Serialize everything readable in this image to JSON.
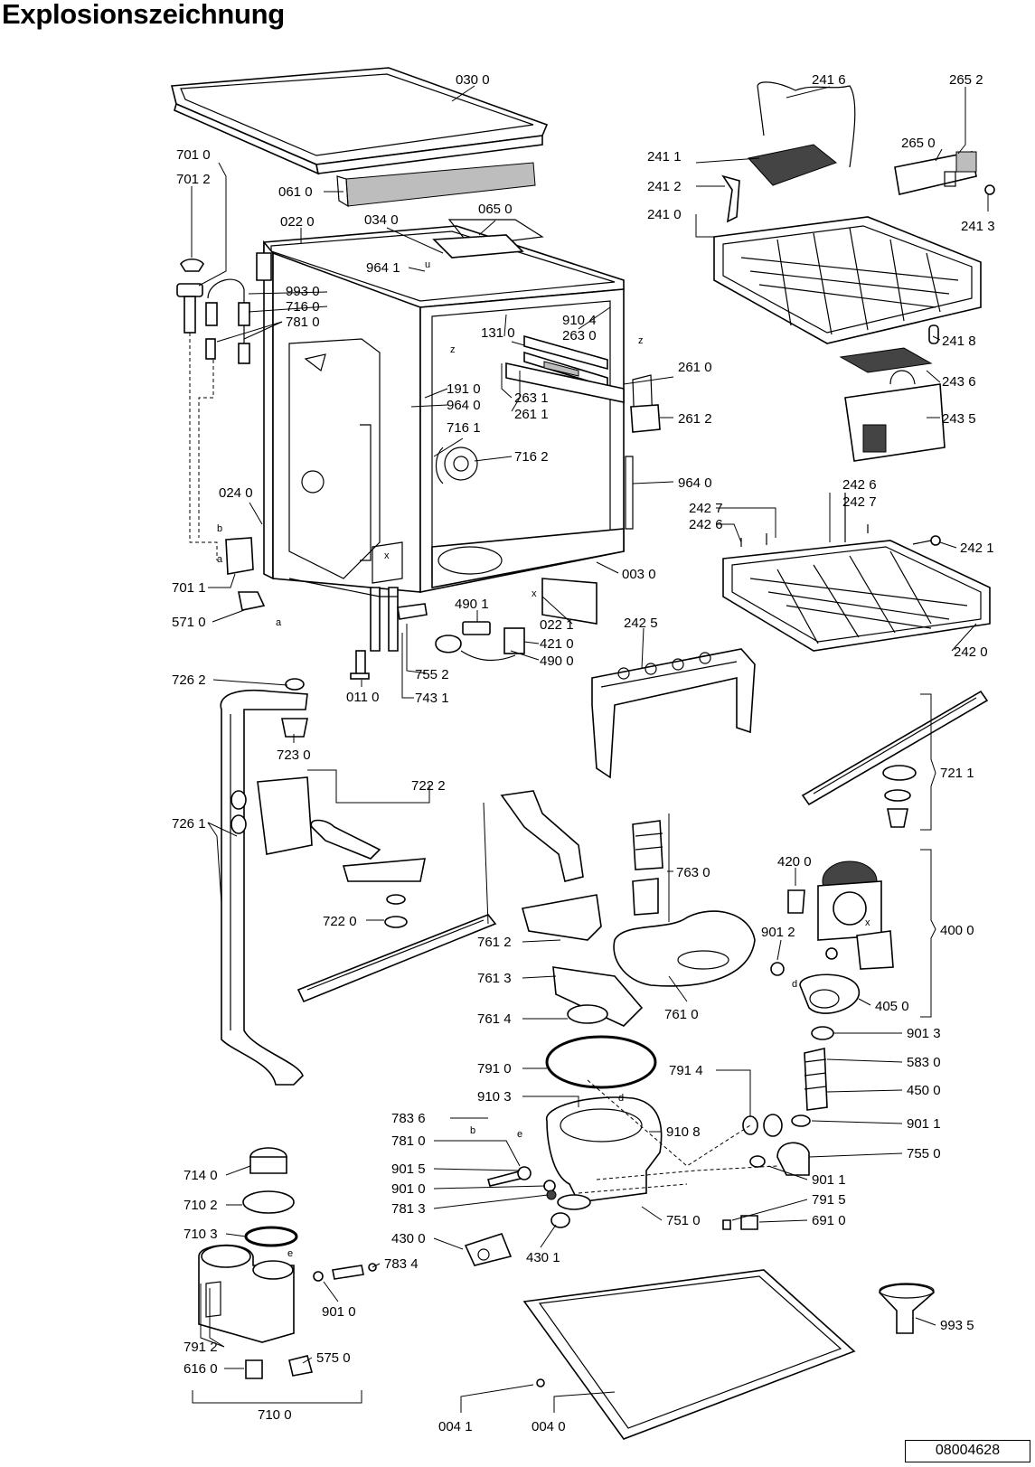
{
  "title": "Explosionszeichnung",
  "document_number": "08004628",
  "parts": {
    "p0300": "030 0",
    "p2416": "241 6",
    "p2652": "265 2",
    "p7010": "701 0",
    "p7012": "701 2",
    "p0610": "061 0",
    "p2411": "241 1",
    "p2650": "265 0",
    "p2412": "241 2",
    "p2413": "241 3",
    "p0220": "022 0",
    "p0340": "034 0",
    "p0650": "065 0",
    "p2410": "241 0",
    "p9641": "964 1",
    "p9930": "993 0",
    "p7160": "716 0",
    "p7810": "781 0",
    "p9104": "910 4",
    "p1310": "131 0",
    "p2630": "263 0",
    "p2418": "241 8",
    "p2610": "261 0",
    "p1910": "191 0",
    "p2436": "243 6",
    "p9640": "964 0",
    "p2631": "263 1",
    "p2611": "261 1",
    "p2612": "261 2",
    "p2435": "243 5",
    "p7161": "716 1",
    "p7162": "716 2",
    "p9640b": "964 0",
    "p0240": "024 0",
    "p2426": "242 6",
    "p2427": "242 7",
    "p2427b": "242 7",
    "p2426b": "242 6",
    "p2421": "242 1",
    "p0030": "003 0",
    "p7011": "701 1",
    "p4901": "490 1",
    "p0221": "022 1",
    "p2425": "242 5",
    "p5710": "571 0",
    "p4210": "421 0",
    "p4900": "490 0",
    "p2420": "242 0",
    "p7552": "755 2",
    "p7262": "726 2",
    "p0110": "011 0",
    "p7431": "743 1",
    "p7230": "723 0",
    "p7222": "722 2",
    "p7211": "721 1",
    "p7261": "726 1",
    "p7630": "763 0",
    "p4200": "420 0",
    "p7220": "722 0",
    "p4000": "400 0",
    "p9012": "901 2",
    "p7612": "761 2",
    "p7613": "761 3",
    "p4050": "405 0",
    "p7614": "761 4",
    "p7610": "761 0",
    "p9013": "901 3",
    "p7910": "791 0",
    "p5830": "583 0",
    "p7914": "791 4",
    "p4500": "450 0",
    "p9103": "910 3",
    "p7836": "783 6",
    "p9108": "910 8",
    "p9011": "901 1",
    "p7811": "781 0",
    "p7550": "755 0",
    "p9015": "901 5",
    "p7140": "714 0",
    "p9010": "901 0",
    "p9011b": "901 1",
    "p7813": "781 3",
    "p7915": "791 5",
    "p7102": "710 2",
    "p7510": "751 0",
    "p6910": "691 0",
    "p7103": "710 3",
    "p4300": "430 0",
    "p7834": "783 4",
    "p4301": "430 1",
    "p9010b": "901 0",
    "p9935": "993 5",
    "p7912": "791 2",
    "p5750": "575 0",
    "p6160": "616 0",
    "p0041": "004 1",
    "p0040": "004 0",
    "p7100": "710 0"
  },
  "callout_letters": {
    "a1": "a",
    "a2": "a",
    "b1": "b",
    "b2": "b",
    "d1": "d",
    "d2": "d",
    "e1": "e",
    "e2": "e",
    "u": "u",
    "x1": "x",
    "x2": "x",
    "x3": "x",
    "z1": "z",
    "z2": "z"
  }
}
